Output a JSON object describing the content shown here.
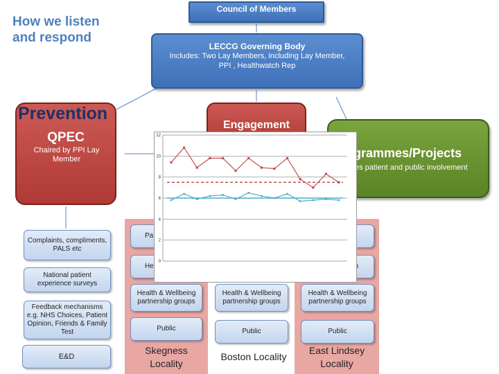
{
  "title": "How we listen\nand respond",
  "council": "Council of Members",
  "governing_body": {
    "title": "LECCG Governing Body",
    "line1": "Includes: Two Lay Members, including Lay Member,",
    "line2": "PPI , Healthwatch Rep"
  },
  "prevention": "Prevention",
  "qpec": {
    "title": "QPEC",
    "subtitle": "Chaired by PPI Lay Member"
  },
  "engagement": "Engagement",
  "programmes": {
    "title": "grammes/Projects",
    "subtitle": "es patient and public involvement"
  },
  "left_boxes": [
    "Complaints, compliments, PALS etc",
    "National patient experience surveys",
    "Feedback mechanisms e.g. NHS Choices, Patient Opinion, Friends & Family Test",
    "E&D"
  ],
  "localities": [
    {
      "name": "Skegness\nLocality",
      "box_top": "Pa",
      "box_mid": "Hea",
      "wellbeing": "Health & Wellbeing partnership groups",
      "public": "Public"
    },
    {
      "name": "Boston Locality",
      "wellbeing": "Health & Wellbeing partnership groups",
      "public": "Public"
    },
    {
      "name": "East Lindsey\nLocality",
      "box_mid": "n",
      "wellbeing": "Health & Wellbeing partnership groups",
      "public": "Public"
    }
  ],
  "chart_data": {
    "type": "line",
    "title": "",
    "ylim": [
      0,
      12
    ],
    "yticks": [
      0,
      2,
      4,
      6,
      8,
      10,
      12
    ],
    "series": [
      {
        "values": [
          9.4,
          10.8,
          8.9,
          9.8,
          9.8,
          8.6,
          9.8,
          8.9,
          8.8,
          9.8,
          7.8,
          7.0,
          8.3,
          7.5
        ],
        "color": "#c0504d"
      },
      {
        "values": [
          5.8,
          6.4,
          5.9,
          6.2,
          6.3,
          5.9,
          6.5,
          6.2,
          6.0,
          6.4,
          5.7,
          5.8,
          5.9,
          5.8
        ],
        "color": "#4bacc6"
      }
    ],
    "reference_lines": [
      {
        "value": 7.5,
        "color": "#c0504d",
        "style": "dashed"
      },
      {
        "value": 6.0,
        "color": "#4bacc6",
        "style": "solid"
      }
    ]
  }
}
